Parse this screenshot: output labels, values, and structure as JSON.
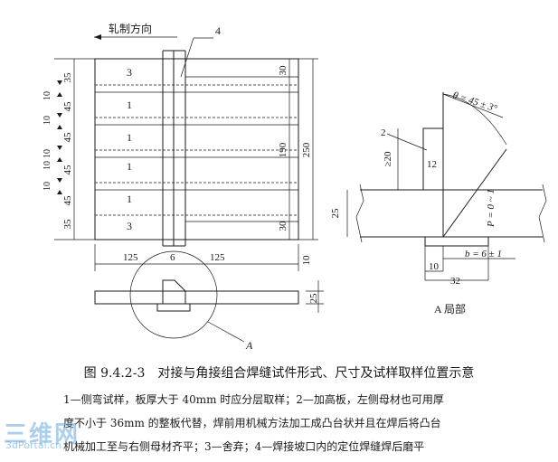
{
  "diagram": {
    "rolling_direction": "轧制方向",
    "callout_4": "4",
    "left_dims": [
      "35",
      "45",
      "45",
      "45",
      "45",
      "35"
    ],
    "pitch_marks": [
      "10",
      "10",
      "10",
      "10",
      "10"
    ],
    "strip_labels": [
      "3",
      "1",
      "1",
      "1",
      "1",
      "3"
    ],
    "right_dims": {
      "top": "30",
      "middle": "190",
      "bottom": "30",
      "total": "250",
      "gap": "10"
    },
    "bottom_dims": {
      "left": "125",
      "root": "6",
      "right": "125",
      "thickness": "25"
    },
    "callout_A": "A",
    "detail": {
      "angle": "θ = 45 ± 3°",
      "callout_2": "2",
      "height_min": "≥20",
      "tab": "12",
      "plate": "25",
      "gap_p": "P = 0 ~ 1",
      "gap_b": "b = 6 ± 1",
      "dim_10": "10",
      "dim_32": "32",
      "label": "A 局部"
    }
  },
  "caption": {
    "title": "图 9.4.2-3　对接与角接组合焊缝试件形式、尺寸及试样取样位置示意",
    "line1": "1—侧弯试样，板厚大于 40mm 时应分层取样；2—加高板，左侧母材也可用厚",
    "line2": "度不小于 36mm 的整板代替，焊前用机械方法加工成凸台状并且在焊后将凸台",
    "line3": "机械加工至与右侧母材齐平；3—舍弃；4—焊接坡口内的定位焊缝焊后磨平"
  },
  "watermark": {
    "logo": "三维网",
    "site": "3dPortal.cn"
  }
}
